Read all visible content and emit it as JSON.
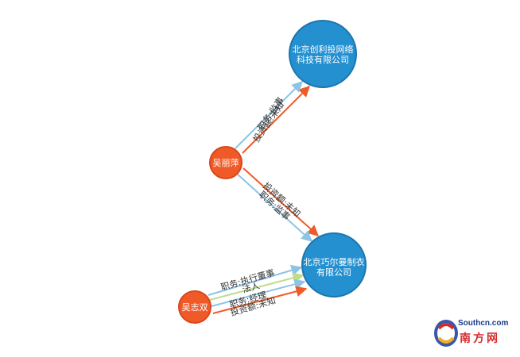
{
  "colors": {
    "person_fill": "#f05a28",
    "person_stroke": "#d9481a",
    "company_fill": "#2490d0",
    "company_stroke": "#1c76ad",
    "edge_orange": "#f05a28",
    "edge_blue": "#8cc4e4",
    "edge_green": "#c2dc8c"
  },
  "nodes": {
    "company_chuangli": {
      "line1": "北京创利投网络",
      "line2": "科技有限公司"
    },
    "company_qiaoerman": {
      "line1": "北京巧尔曼制衣",
      "line2": "有限公司"
    },
    "person_wuliping": {
      "label": "吴丽萍"
    },
    "person_wuzhishuang": {
      "label": "吴志双"
    }
  },
  "edges": {
    "e1": {
      "label": "投资额:未知"
    },
    "e2": {
      "label": "职务:监事"
    },
    "e3": {
      "label": "投资额:未知"
    },
    "e4": {
      "label": "职务:监事"
    },
    "e5": {
      "label": "职务:执行董事"
    },
    "e6": {
      "label": "法人"
    },
    "e7": {
      "label": "职务:经理"
    },
    "e8": {
      "label": "投资额:未知"
    }
  },
  "logo": {
    "site": "Southcn.com",
    "name": "南方网"
  }
}
